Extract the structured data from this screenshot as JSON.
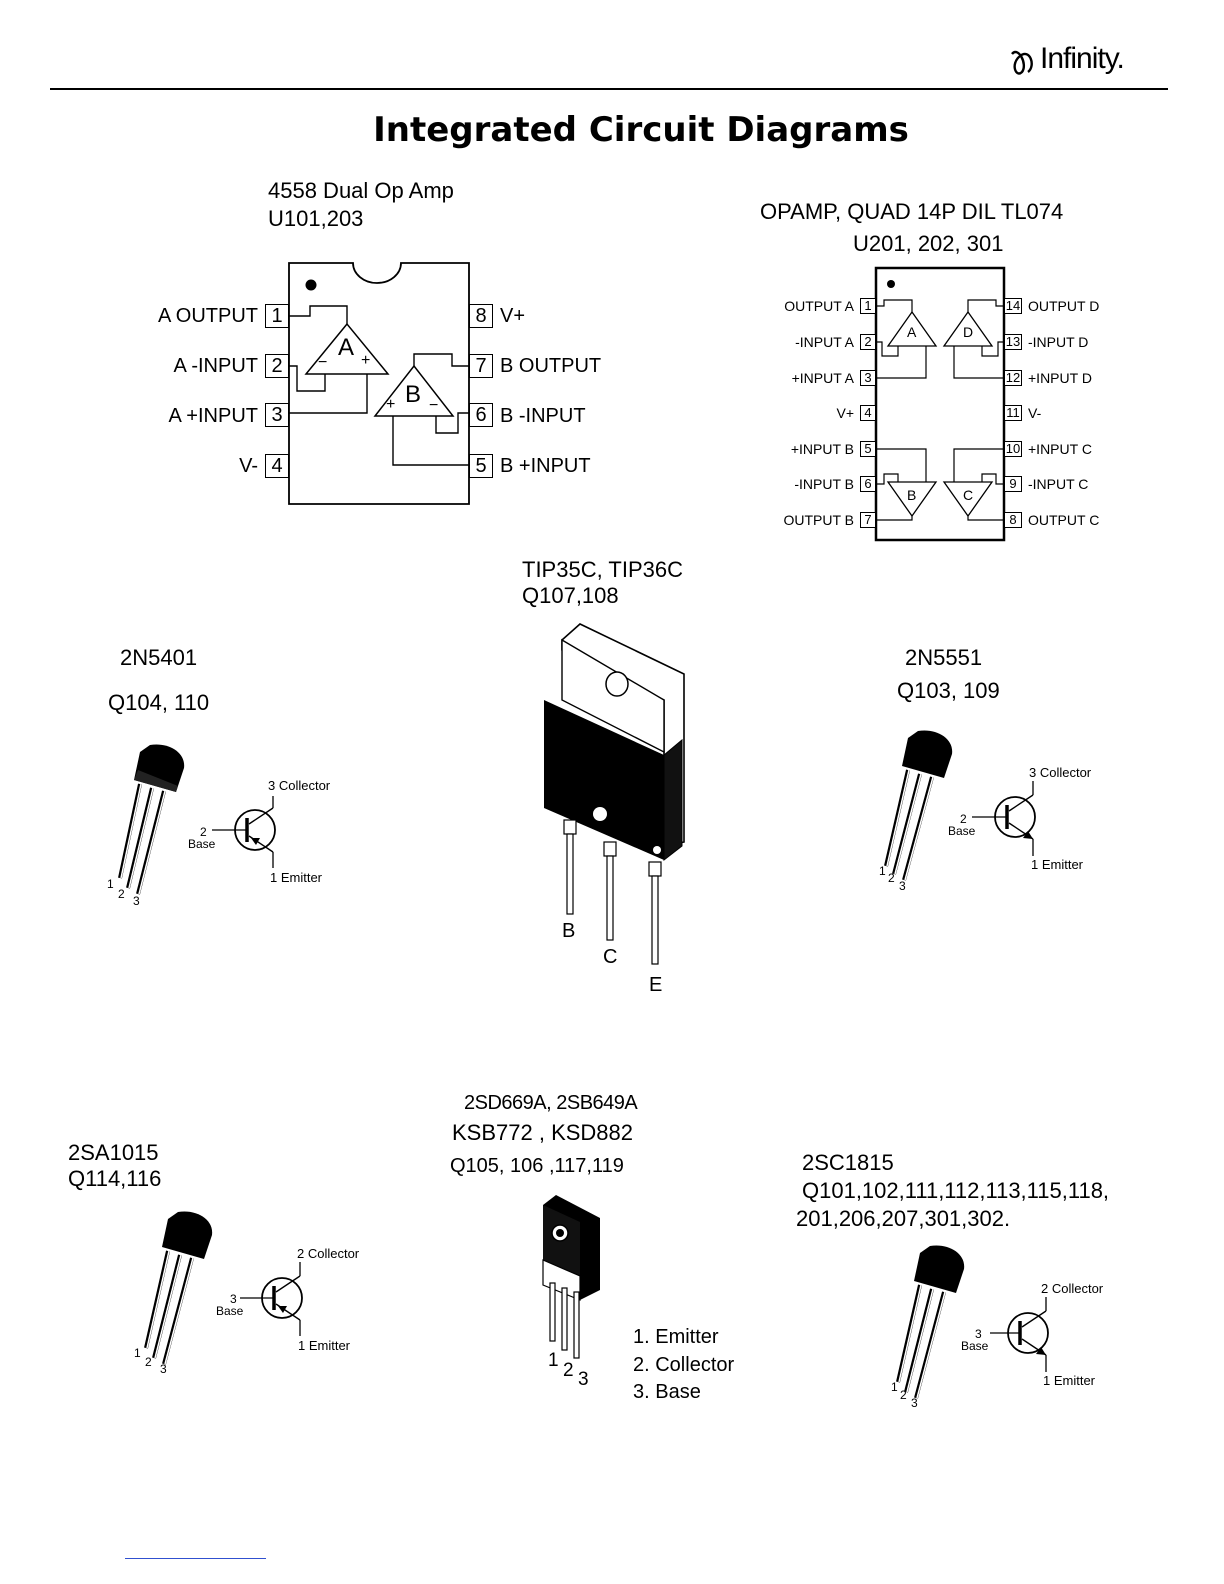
{
  "header": {
    "logo_text": "Infinity.",
    "title": "Integrated Circuit Diagrams"
  },
  "ic_4558": {
    "name": "4558 Dual Op Amp",
    "refs": "U101,203",
    "left_pins": [
      {
        "num": "1",
        "label": "A OUTPUT"
      },
      {
        "num": "2",
        "label": "A -INPUT"
      },
      {
        "num": "3",
        "label": "A +INPUT"
      },
      {
        "num": "4",
        "label": "V-"
      }
    ],
    "right_pins": [
      {
        "num": "8",
        "label": "V+"
      },
      {
        "num": "7",
        "label": "B OUTPUT"
      },
      {
        "num": "6",
        "label": "B -INPUT"
      },
      {
        "num": "5",
        "label": "B +INPUT"
      }
    ],
    "amp_a": "A",
    "amp_b": "B",
    "minus": "−",
    "plus": "+"
  },
  "ic_tl074": {
    "name": "OPAMP, QUAD 14P DIL TL074",
    "refs": "U201, 202, 301",
    "left_pins": [
      {
        "num": "1",
        "label": "OUTPUT A"
      },
      {
        "num": "2",
        "label": "-INPUT A"
      },
      {
        "num": "3",
        "label": "+INPUT A"
      },
      {
        "num": "4",
        "label": "V+"
      },
      {
        "num": "5",
        "label": "+INPUT B"
      },
      {
        "num": "6",
        "label": "-INPUT B"
      },
      {
        "num": "7",
        "label": "OUTPUT B"
      }
    ],
    "right_pins": [
      {
        "num": "14",
        "label": "OUTPUT D"
      },
      {
        "num": "13",
        "label": "-INPUT D"
      },
      {
        "num": "12",
        "label": "+INPUT D"
      },
      {
        "num": "11",
        "label": "V-"
      },
      {
        "num": "10",
        "label": "+INPUT C"
      },
      {
        "num": "9",
        "label": "-INPUT C"
      },
      {
        "num": "8",
        "label": "OUTPUT C"
      }
    ],
    "amps": [
      "A",
      "D",
      "B",
      "C"
    ]
  },
  "tip35c": {
    "name": "TIP35C, TIP36C",
    "refs": "Q107,108",
    "leads": [
      "B",
      "C",
      "E"
    ]
  },
  "n5401": {
    "name": "2N5401",
    "refs": "Q104, 110",
    "collector": "3 Collector",
    "base_num": "2",
    "base": "Base",
    "emitter": "1 Emitter",
    "leg_nums": [
      "1",
      "2",
      "3"
    ]
  },
  "n5551": {
    "name": "2N5551",
    "refs": "Q103, 109",
    "collector": "3 Collector",
    "base_num": "2",
    "base": "Base",
    "emitter": "1 Emitter",
    "leg_nums": [
      "1",
      "2",
      "3"
    ]
  },
  "a1015": {
    "name": "2SA1015",
    "refs": "Q114,116",
    "collector": "2 Collector",
    "base_num": "3",
    "base": "Base",
    "emitter": "1 Emitter",
    "leg_nums": [
      "1",
      "2",
      "3"
    ]
  },
  "d669": {
    "name_line1": "2SD669A, 2SB649A",
    "name_line2": "KSB772 ,  KSD882",
    "refs": "Q105, 106 ,117,119",
    "leg_nums": [
      "1",
      "2",
      "3"
    ],
    "pinout": [
      "1. Emitter",
      "2. Collector",
      "3. Base"
    ]
  },
  "c1815": {
    "name": "2SC1815",
    "refs_line1": "Q101,102,111,112,113,115,118,",
    "refs_line2": "201,206,207,301,302.",
    "collector": "2 Collector",
    "base_num": "3",
    "base": "Base",
    "emitter": "1 Emitter",
    "leg_nums": [
      "1",
      "2",
      "3"
    ]
  }
}
